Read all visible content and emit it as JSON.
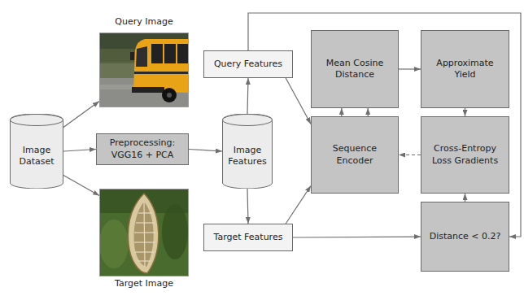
{
  "diagram": {
    "nodes": [
      {
        "text": [
          "Image Dataset"
        ]
      },
      {
        "text": [
          "Query Image"
        ]
      },
      {
        "text": [
          "Preprocessing: VGG16 + PCA"
        ]
      },
      {
        "text": [
          "Target Image"
        ]
      },
      {
        "text": [
          "Image Features"
        ]
      },
      {
        "text": [
          "Query Features"
        ]
      },
      {
        "text": [
          "Target Features"
        ]
      },
      {
        "text": [
          "Mean Cosine Distance"
        ]
      },
      {
        "text": [
          "Approximate Yield"
        ]
      },
      {
        "text": [
          "Sequence Encoder"
        ]
      },
      {
        "text": [
          "Cross-Entropy Loss Gradients"
        ]
      },
      {
        "text": [
          "Distance < 0.2?"
        ]
      }
    ],
    "edges": [
      {
        "from": 0,
        "to": 1,
        "arrow": "to"
      },
      {
        "from": 0,
        "to": 2,
        "arrow": "to"
      },
      {
        "from": 0,
        "to": 3,
        "arrow": "to"
      },
      {
        "from": 2,
        "to": 4,
        "arrow": "to"
      },
      {
        "from": 4,
        "to": 5,
        "arrow": "to"
      },
      {
        "from": 4,
        "to": 6,
        "arrow": "to"
      },
      {
        "from": 5,
        "to": 9,
        "arrow": "to"
      },
      {
        "from": 6,
        "to": 9,
        "arrow": "to"
      },
      {
        "from": 9,
        "to": 7,
        "arrow": "to"
      },
      {
        "from": 9,
        "to": 7,
        "arrow": "to"
      },
      {
        "from": 7,
        "to": 8,
        "arrow": "to"
      },
      {
        "from": 8,
        "to": 10,
        "arrow": "to"
      },
      {
        "from": 10,
        "to": 9,
        "arrow": "to"
      },
      {
        "from": 11,
        "to": 10,
        "arrow": "to"
      },
      {
        "from": 6,
        "to": 11,
        "arrow": "to"
      },
      {
        "from": 5,
        "to": 11,
        "arrow": "to"
      }
    ]
  }
}
